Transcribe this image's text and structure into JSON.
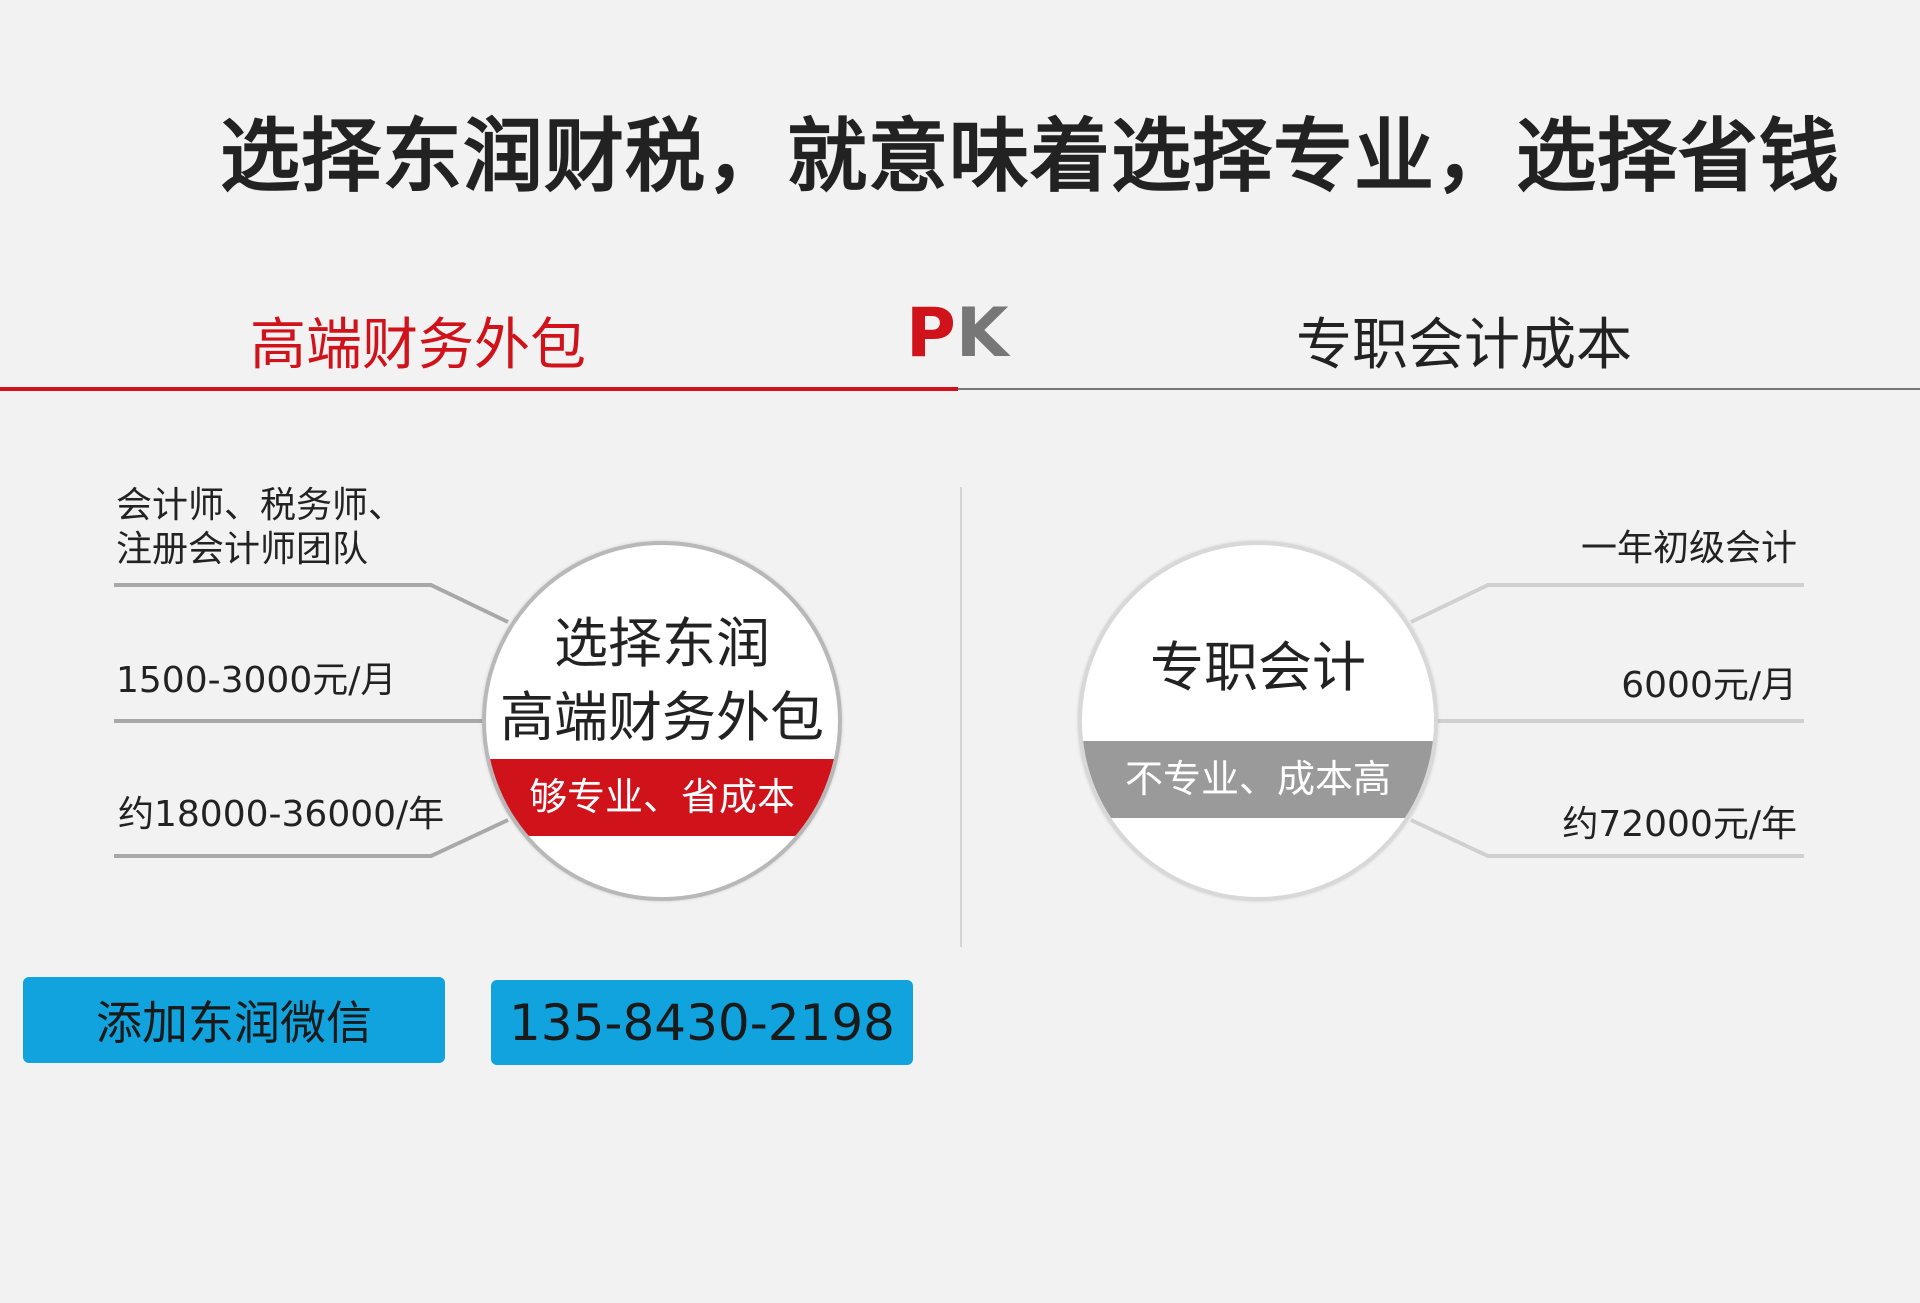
{
  "headline": "选择东润财税，就意味着选择专业，选择省钱",
  "comparison": {
    "left_tab": "高端财务外包",
    "pk_p": "P",
    "pk_k": "K",
    "right_tab": "专职会计成本"
  },
  "left": {
    "circle_line1": "选择东润",
    "circle_line2": "高端财务外包",
    "circle_band": "够专业、省成本",
    "labels": [
      "会计师、税务师、",
      "注册会计师团队",
      "1500-3000元/月",
      "约18000-36000/年"
    ]
  },
  "right": {
    "circle_title": "专职会计",
    "circle_band": "不专业、成本高",
    "labels": [
      "一年初级会计",
      "6000元/月",
      "约72000元/年"
    ]
  },
  "buttons": {
    "wechat": "添加东润微信",
    "phone": "135-8430-2198"
  },
  "colors": {
    "accent_red": "#d0121b",
    "button_blue": "#11a3dd",
    "band_gray": "#9a9a9a",
    "background": "#f2f2f2"
  }
}
